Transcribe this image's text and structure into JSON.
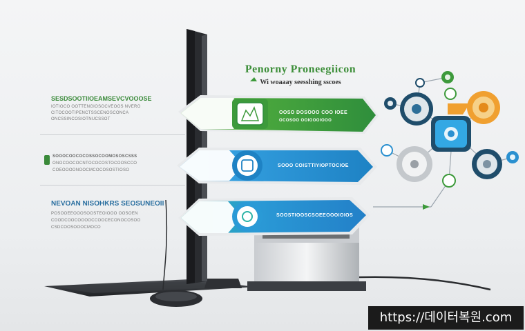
{
  "title": "Penorny Proneegiicon",
  "subtitle": "Wi woaaay seesshing sscoes",
  "left_blocks": [
    {
      "heading": "SESDSOOTIIOEAMSEVCVOOOSE",
      "lines": [
        "IOTIOCO OOTTENGIOSOCVEOOS NVERO",
        "CITOCOOTIPENCTSSCENOSCONCA",
        "ONCSSINCOSIOTNUCSSOT"
      ],
      "color": "#3a8a3a"
    },
    {
      "heading": "",
      "lines": [
        "SOOOCOOCOCOSSOCOOMOSOSCSSS",
        "ONOCOOCOCNTOCOCOSTOCOOSCCO",
        "COEOOOONOOCMCOCOSOSTIOSO"
      ],
      "color": "#3a8a3a"
    },
    {
      "heading": "NEVOAN NISOHKRS SEOSUNEOII",
      "lines": [
        "POSOOEEOOOSOOSTEOIOOO OOSOEN",
        "COODCOOCOOOOCCOOCECONOCOSOO",
        "CSDCOOSOOOCMOCO"
      ],
      "color": "#2a6fa0"
    }
  ],
  "banners": [
    {
      "label_1": "OOSO DOSOOO COO IOEE",
      "label_2": "OCOSOO OOIOOOIOOO",
      "color": "#3d9a3b"
    },
    {
      "label_1": "SOOO COISTTIYIOPTOCIOE",
      "label_2": "",
      "color": "#2a90d0"
    },
    {
      "label_1": "SOOSTIOOSCSOEEOOOIOIOS",
      "label_2": "",
      "color": "#2a9ad6"
    }
  ],
  "colors": {
    "green": "#3d9a3b",
    "blue": "#2a90d0",
    "navy": "#1f4d6b",
    "orange": "#f0a030"
  },
  "watermark": "https://데이터복원.com",
  "icons": [
    "monitor-icon",
    "tablet-icon",
    "gear-icon",
    "cloud-icon",
    "lock-icon",
    "shield-icon",
    "leaf-icon",
    "chart-icon",
    "mouse-icon",
    "cable-icon"
  ]
}
